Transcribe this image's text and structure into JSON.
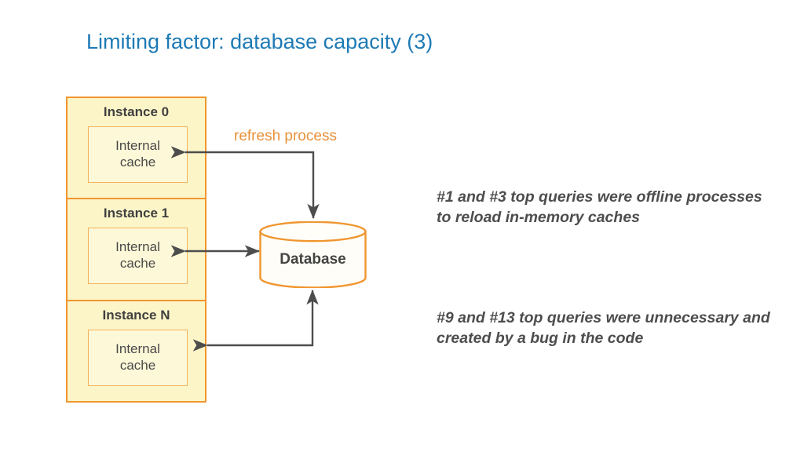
{
  "slide": {
    "title": "Limiting factor: database capacity (3)",
    "title_color": "#1d7ab5",
    "background": "#ffffff"
  },
  "diagram": {
    "accent_color": "#f0962f",
    "box_fill": "#fcf5c8",
    "cache_fill": "#fdf8d8",
    "arrow_color": "#4d4d4d",
    "instances": [
      {
        "label": "Instance 0",
        "cache_line_1": "Internal",
        "cache_line_2": "cache"
      },
      {
        "label": "Instance 1",
        "cache_line_1": "Internal",
        "cache_line_2": "cache"
      },
      {
        "label": "Instance N",
        "cache_line_1": "Internal",
        "cache_line_2": "cache"
      }
    ],
    "database": {
      "label": "Database",
      "shape": "cylinder-icon"
    },
    "refresh_label": "refresh process",
    "connectors": [
      {
        "name": "instance-0-to-database",
        "style": "elbow",
        "arrowheads": "both"
      },
      {
        "name": "instance-1-to-database",
        "style": "straight",
        "arrowheads": "both"
      },
      {
        "name": "instance-n-to-database",
        "style": "elbow",
        "arrowheads": "both"
      }
    ]
  },
  "notes": {
    "note_1": "#1 and #3 top queries were offline processes to reload in-memory caches",
    "note_2": "#9 and #13 top queries were unnecessary and created by a bug in the code"
  }
}
